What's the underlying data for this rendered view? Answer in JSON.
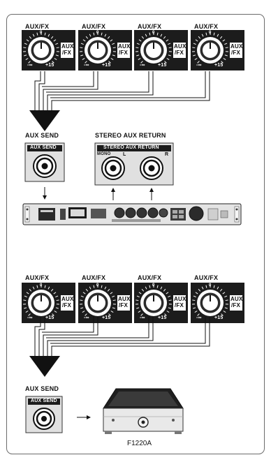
{
  "knob_labels": {
    "title": "AUX/FX",
    "badge_line1": "AUX",
    "badge_line2": "/FX",
    "min_mark": "-∞",
    "max_mark": "+15",
    "zero_mark": "0"
  },
  "section1": {
    "aux_send_title": "AUX SEND",
    "aux_send_panel": "AUX SEND",
    "stereo_return_title": "STEREO AUX RETURN",
    "stereo_return_panel": "STEREO AUX RETURN",
    "jack_mono": "MONO",
    "jack_l": "L",
    "jack_r": "R"
  },
  "section2": {
    "aux_send_title": "AUX SEND",
    "aux_send_panel": "AUX SEND",
    "device_caption": "F1220A"
  },
  "colors": {
    "panel": "#1c1c1c",
    "border": "#6b6b6b",
    "jack_plate": "#d9d9d9",
    "rack": "#e4e4e4"
  }
}
